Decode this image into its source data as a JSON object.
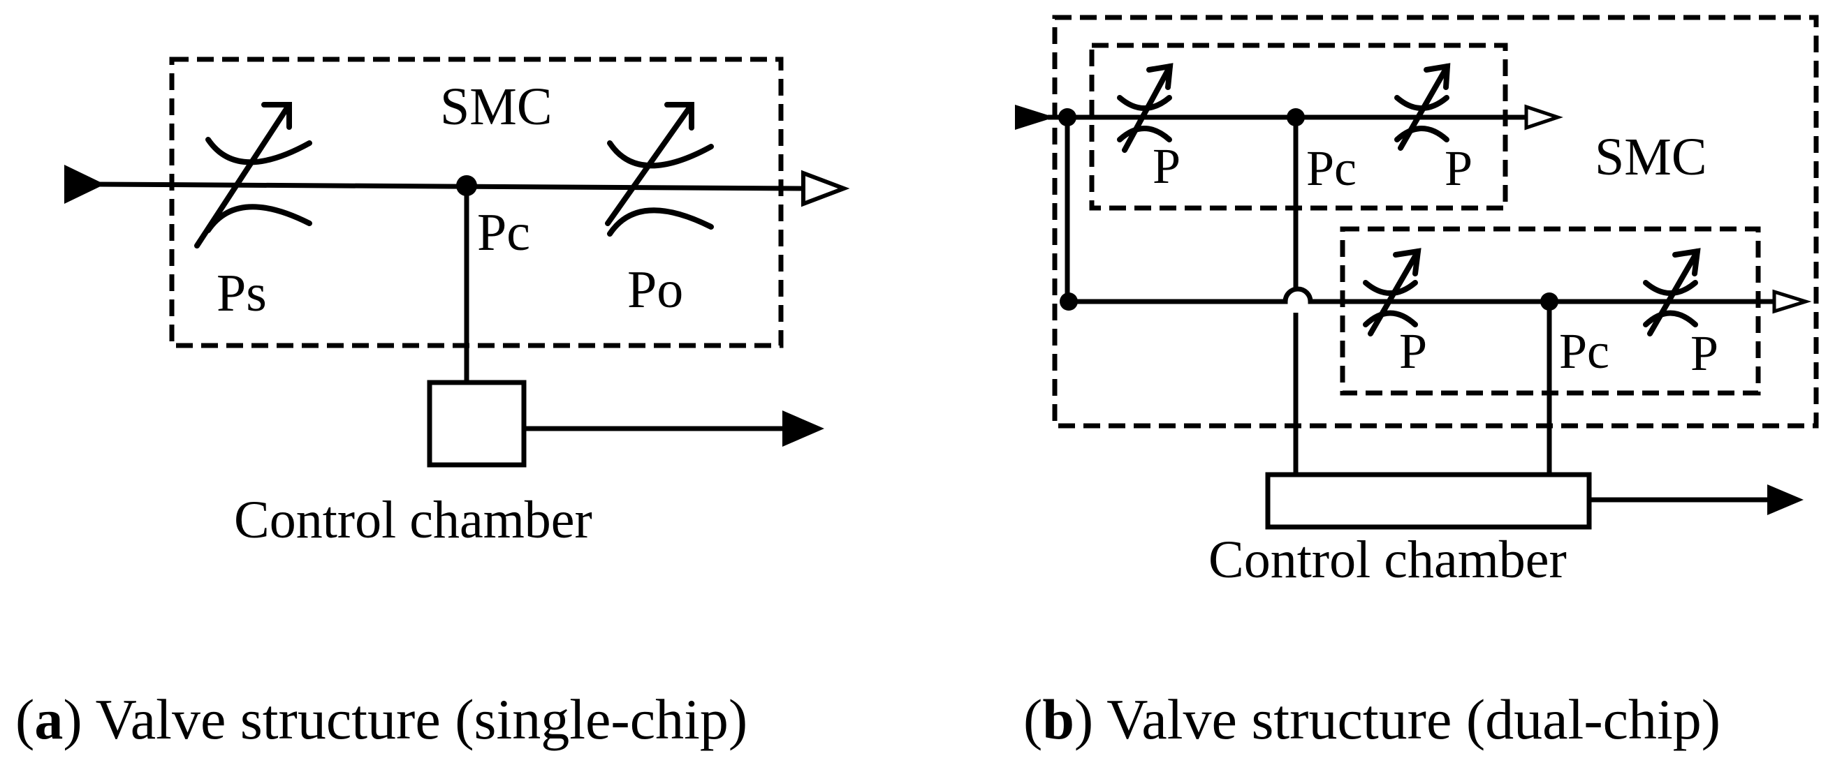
{
  "panel_a": {
    "smc_label": "SMC",
    "ps_label": "Ps",
    "pc_label": "Pc",
    "po_label": "Po",
    "chamber_label": "Control chamber",
    "caption_letter": "a",
    "caption_text": " Valve structure (single-chip)"
  },
  "panel_b": {
    "smc_label": "SMC",
    "p1_label": "P",
    "p2_label": "P",
    "pc1_label": "Pc",
    "p3_label": "P",
    "p4_label": "P",
    "pc2_label": "Pc",
    "chamber_label": "Control chamber",
    "caption_letter": "b",
    "caption_text": " Valve structure (dual-chip)"
  }
}
